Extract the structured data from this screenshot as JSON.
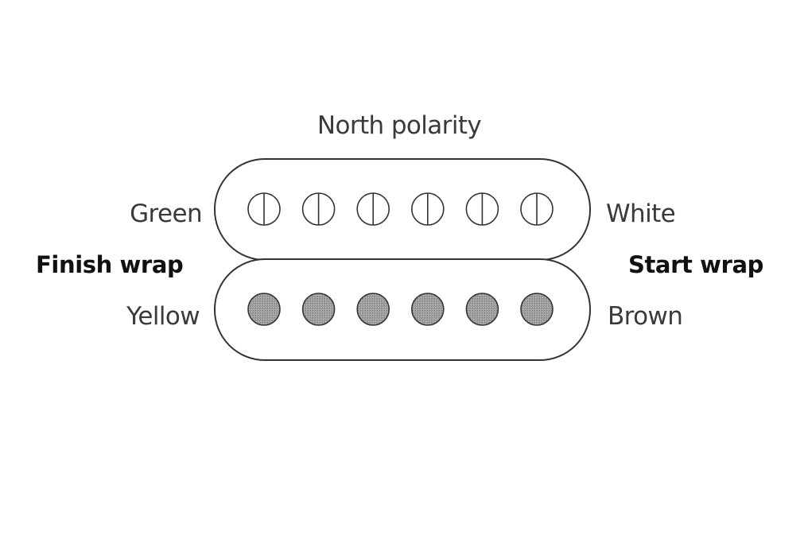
{
  "diagram": {
    "top_label": "North polarity",
    "top_coil": {
      "left_wire": "Green",
      "right_wire": "White",
      "pole_count": 6,
      "pole_style": "slotted"
    },
    "bottom_coil": {
      "left_wire": "Yellow",
      "right_wire": "Brown",
      "pole_count": 6,
      "pole_style": "filled"
    },
    "left_wrap": "Finish wrap",
    "right_wrap": "Start wrap",
    "colors": {
      "outline": "#333333",
      "text": "#3a3a3a",
      "pole_fill": "#9a9a9a"
    }
  }
}
